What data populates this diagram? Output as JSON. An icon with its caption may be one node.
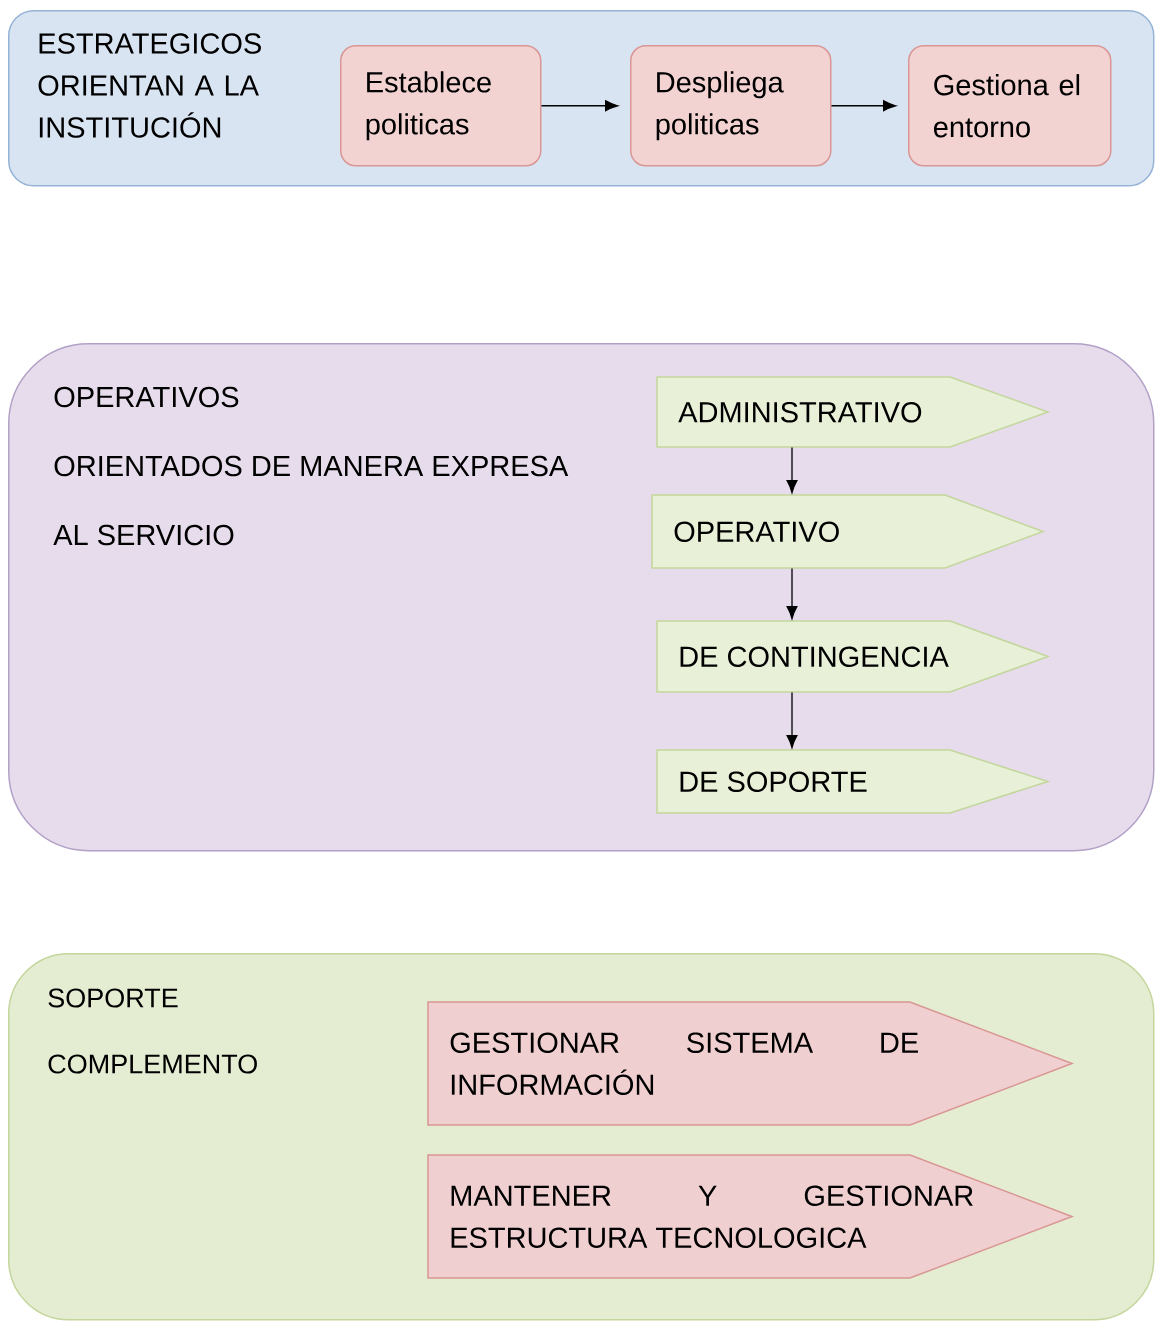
{
  "diagram": {
    "nodes": [
      {
        "text": [
          "ESTRATEGICOS ORIENTAN A LA INSTITUCIÓN"
        ]
      },
      {
        "text": [
          "Establece politicas"
        ],
        "in": 0
      },
      {
        "text": [
          "Despliega politicas"
        ],
        "in": 0
      },
      {
        "text": [
          "Gestiona el entorno"
        ],
        "in": 0
      },
      {
        "text": [
          "OPERATIVOS",
          "ORIENTADOS DE MANERA EXPRESA",
          "AL SERVICIO"
        ]
      },
      {
        "text": [
          "ADMINISTRATIVO"
        ],
        "in": 4
      },
      {
        "text": [
          "OPERATIVO"
        ],
        "in": 4
      },
      {
        "text": [
          "DE CONTINGENCIA"
        ],
        "in": 4
      },
      {
        "text": [
          "DE SOPORTE"
        ],
        "in": 4
      },
      {
        "text": [
          "SOPORTE",
          "COMPLEMENTO"
        ]
      },
      {
        "text": [
          "GESTIONAR SISTEMA DE INFORMACIÓN"
        ],
        "in": 9
      },
      {
        "text": [
          "MANTENER Y GESTIONAR ESTRUCTURA TECNOLOGICA"
        ],
        "in": 9
      }
    ],
    "edges": [
      {
        "from": 1,
        "to": 2,
        "arrow": "to"
      },
      {
        "from": 2,
        "to": 3,
        "arrow": "to"
      },
      {
        "from": 5,
        "to": 6,
        "arrow": "to"
      },
      {
        "from": 6,
        "to": 7,
        "arrow": "to"
      },
      {
        "from": 7,
        "to": 8,
        "arrow": "to"
      }
    ]
  }
}
